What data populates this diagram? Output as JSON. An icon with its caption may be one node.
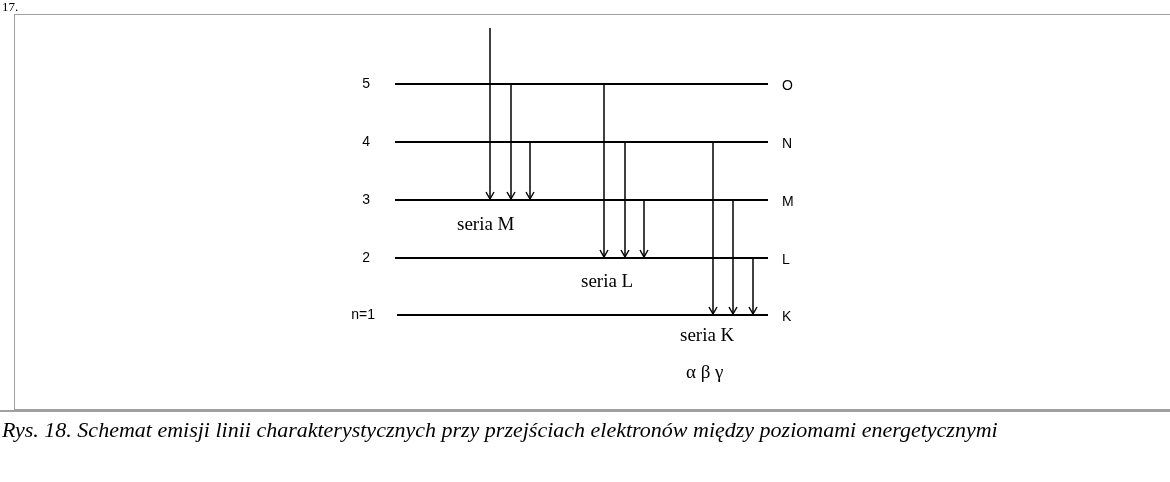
{
  "diagram": {
    "caption": "Rys. 18. Schemat emisji linii charakterystycznych przy przejściach elektronów między poziomami energetycznymi",
    "nodes": [
      {
        "text": [],
        "shape": "bar",
        "beside": [
          "5",
          "O"
        ]
      },
      {
        "text": [],
        "shape": "bar",
        "beside": [
          "4",
          "N"
        ]
      },
      {
        "text": [],
        "shape": "bar",
        "beside": [
          "3",
          "M"
        ]
      },
      {
        "text": [],
        "shape": "bar",
        "beside": [
          "2",
          "L"
        ]
      },
      {
        "text": [],
        "shape": "bar",
        "beside": [
          "n=1",
          "K"
        ]
      }
    ],
    "edges": [
      {
        "from": null,
        "to": 2,
        "arrow": "to"
      },
      {
        "from": 0,
        "to": 2,
        "arrow": "to"
      },
      {
        "from": 1,
        "to": 2,
        "arrow": "to"
      },
      {
        "from": 0,
        "to": 3,
        "arrow": "to"
      },
      {
        "from": 1,
        "to": 3,
        "arrow": "to"
      },
      {
        "from": 2,
        "to": 3,
        "arrow": "to"
      },
      {
        "from": 1,
        "to": 4,
        "arrow": "to"
      },
      {
        "from": 2,
        "to": 4,
        "arrow": "to"
      },
      {
        "from": 3,
        "to": 4,
        "arrow": "to"
      }
    ],
    "labels": [
      "17.",
      "seria M",
      "seria L",
      "seria K",
      "α β γ"
    ]
  }
}
